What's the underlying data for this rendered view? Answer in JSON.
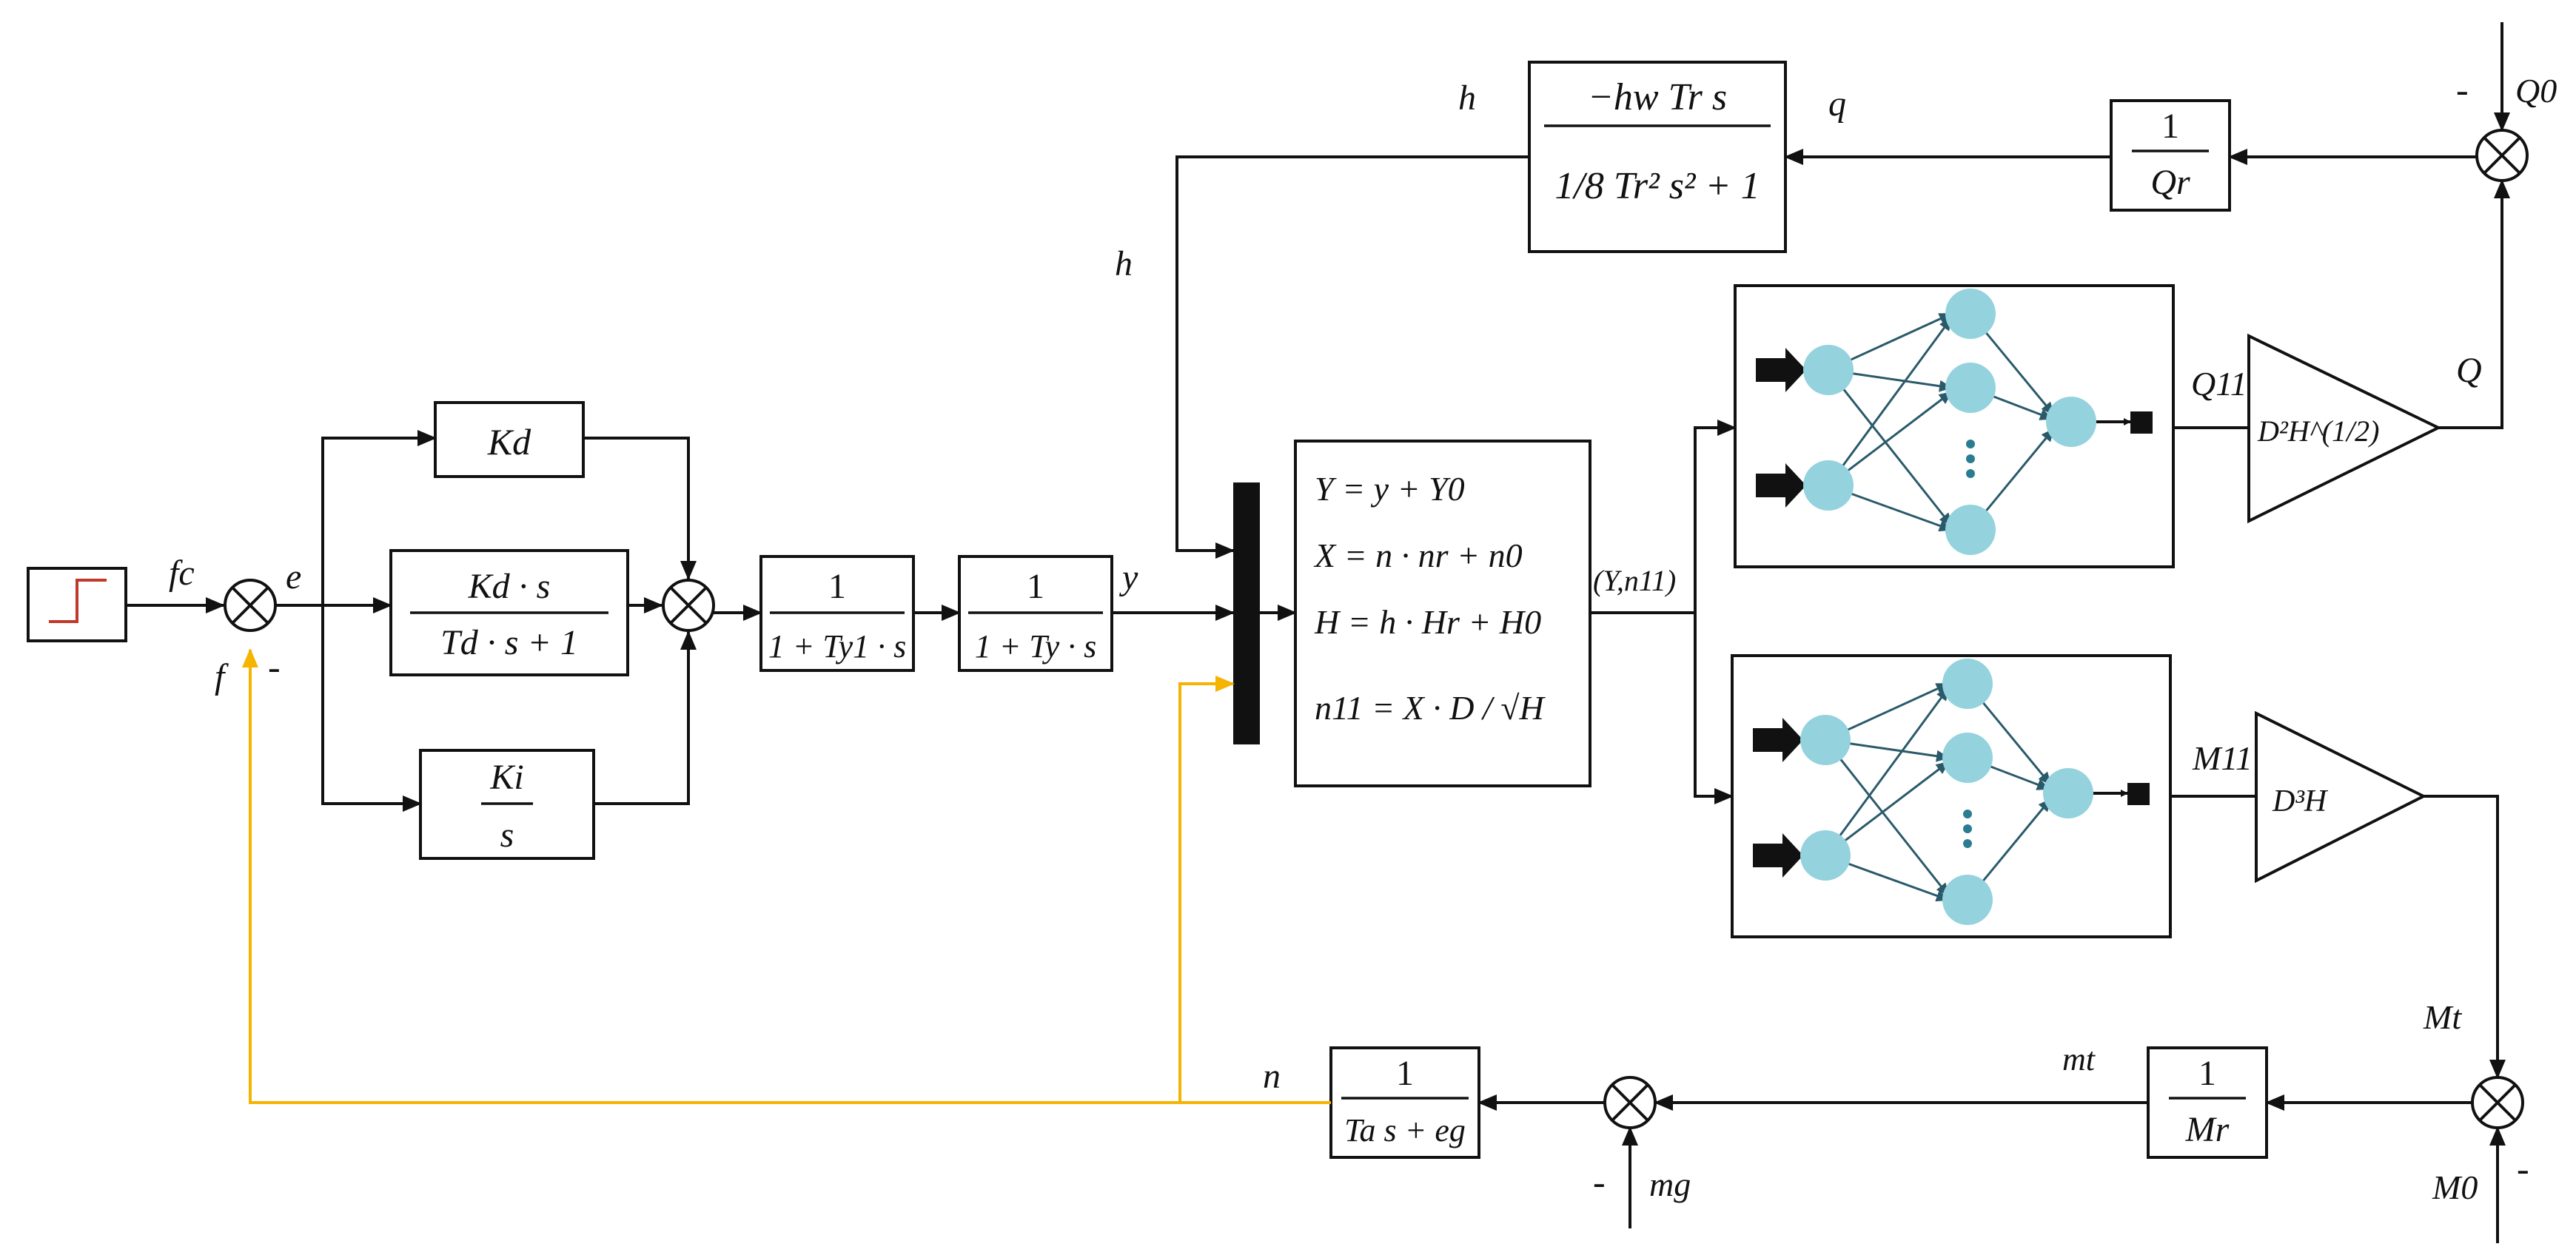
{
  "signals": {
    "fc": "fc",
    "e": "e",
    "f": "f",
    "minus": "-",
    "y": "y",
    "h_top": "h",
    "h_side": "h",
    "q": "q",
    "Q0": "Q0",
    "Q": "Q",
    "Q11": "Q11",
    "M11": "M11",
    "Mt": "Mt",
    "M0": "M0",
    "mt": "mt",
    "n": "n",
    "mg": "mg",
    "Yn11": "(Y,n11)"
  },
  "blocks": {
    "kd": "Kd",
    "kd_s_num": "Kd · s",
    "kd_s_den": "Td · s + 1",
    "ki_num": "Ki",
    "ki_den": "s",
    "ty1_num": "1",
    "ty1_den": "1 + Ty1 · s",
    "ty_num": "1",
    "ty_den": "1 + Ty · s",
    "water_num": "−hw Tr s",
    "water_den": "1/8 Tr² s² + 1",
    "qr_num": "1",
    "qr_den": "Qr",
    "mr_num": "1",
    "mr_den": "Mr",
    "ta_num": "1",
    "ta_den": "Ta s + eg",
    "gain_q": "D²H^(1/2)",
    "gain_m": "D³H"
  },
  "equations": [
    "Y = y + Y0",
    "X = n · nr + n0",
    "H = h · Hr + H0",
    "n11 = X · D / √H"
  ],
  "colors": {
    "wire": "#111111",
    "feedback": "#f4b400",
    "neuron": "#94d2de",
    "step": "#c0392b"
  }
}
